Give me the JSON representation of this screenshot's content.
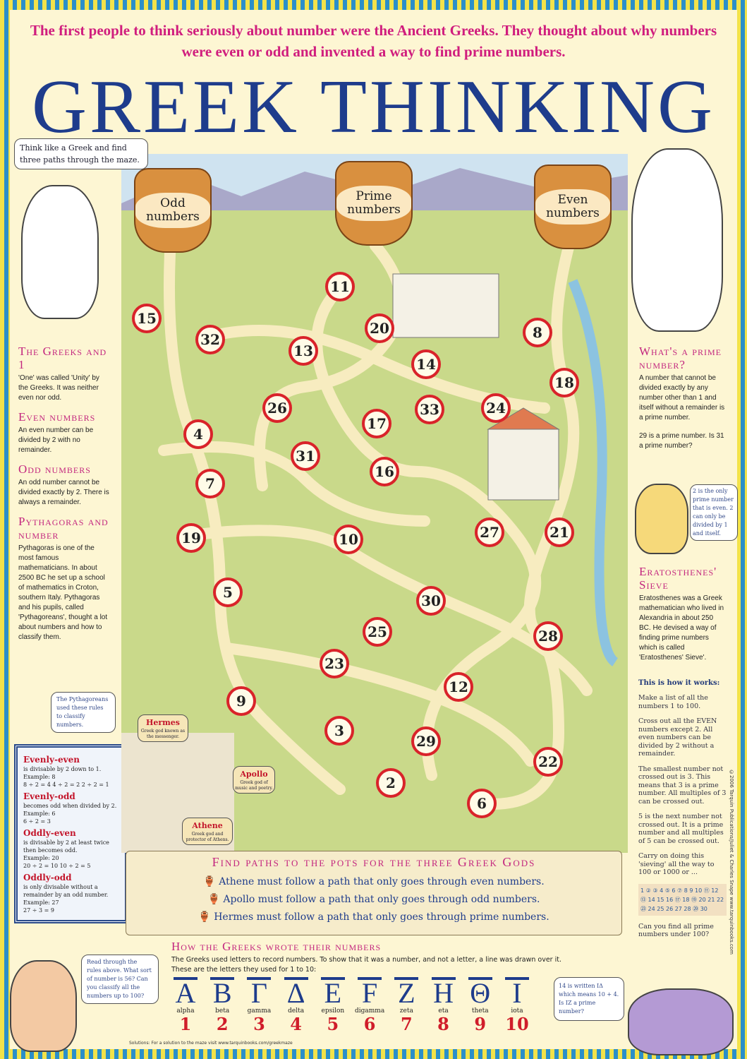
{
  "intro": "The first people to think seriously about number were the Ancient Greeks. They thought about why numbers were even or odd and invented a way to find prime numbers.",
  "title": "GREEK THINKING",
  "bubble_top": "Think like a Greek and find three paths through the maze.",
  "left_sections": [
    {
      "heading": "The Greeks and 1",
      "text": "'One' was called 'Unity' by the Greeks. It was neither even nor odd."
    },
    {
      "heading": "Even numbers",
      "text": "An even number can be divided by 2 with no remainder."
    },
    {
      "heading": "Odd numbers",
      "text": "An odd number cannot be divided exactly by 2. There is always a remainder."
    },
    {
      "heading": "Pythagoras and number",
      "text": "Pythagoras is one of the most famous mathematicians. In about 2500 BC he set up a school of mathematics in Croton, southern Italy. Pythagoras and his pupils, called 'Pythagoreans', thought a lot about numbers and how to classify them."
    }
  ],
  "bubble_pythagoreans": "The Pythagoreans used these rules to classify numbers.",
  "rules": [
    {
      "name": "Evenly-even",
      "desc": "is divisable by 2 down to 1.",
      "example": "Example: 8",
      "calc": "8 ÷ 2 = 4   4 ÷ 2 = 2   2 ÷ 2 = 1"
    },
    {
      "name": "Evenly-odd",
      "desc": "becomes odd when divided by 2.",
      "example": "Example: 6",
      "calc": "6 ÷ 2 = 3"
    },
    {
      "name": "Oddly-even",
      "desc": "is divisable by 2 at least twice then becomes odd.",
      "example": "Example: 20",
      "calc": "20 ÷ 2 = 10   10 ÷ 2 = 5"
    },
    {
      "name": "Oddly-odd",
      "desc": "is only divisable without a remainder by an odd number.",
      "example": "Example: 27",
      "calc": "27 ÷ 3 = 9"
    }
  ],
  "bubble_classify": "Read through the rules above. What sort of number is 56? Can you classify all the numbers up to 100?",
  "right_sections": [
    {
      "heading": "What's a prime number?",
      "text": "A number that cannot be divided exactly by any number other than 1 and itself without a remainder is a prime number.",
      "text2": "29 is a prime number. Is 31 a prime number?"
    },
    {
      "heading": "Eratosthenes' Sieve",
      "text": "Eratosthenes was a Greek mathematician who lived in Alexandria in about 250 BC. He devised a way of finding prime numbers which is called 'Eratosthenes' Sieve'."
    }
  ],
  "bubble_prime": "2 is the only prime number that is even. 2 can only be divided by 1 and itself.",
  "sieve": {
    "heading": "This is how it works:",
    "steps": [
      "Make a list of all the numbers 1 to 100.",
      "Cross out all the EVEN numbers except 2. All even numbers can be divided by 2 without a remainder.",
      "The smallest number not crossed out is 3. This means that 3 is a prime number. All multiples of 3 can be crossed out.",
      "5 is the next number not crossed out. It is a prime number and all multiples of 5 can be crossed out.",
      "Carry on doing this 'sieving' all the way to 100 or 1000 or ..."
    ],
    "grid": "1 ② ③ 4 ⑤ 6 ⑦ 8 9 10 ⑪ 12 ⑬ 14 15 16 ⑰ 18 ⑲ 20 21 22 ㉓ 24 25 26 27 28 ㉙ 30",
    "question": "Can you find all prime numbers under 100?"
  },
  "copyright": "©2006 Tarquin Publications/Juliet & Charles Snape www.tarquinbooks.com",
  "pots": [
    "Odd numbers",
    "Prime numbers",
    "Even numbers"
  ],
  "maze_numbers": [
    11,
    15,
    32,
    20,
    13,
    8,
    14,
    18,
    26,
    33,
    24,
    17,
    4,
    31,
    16,
    7,
    19,
    10,
    27,
    21,
    5,
    30,
    25,
    28,
    23,
    12,
    9,
    3,
    29,
    22,
    2,
    6
  ],
  "gods": [
    {
      "name": "Hermes",
      "desc": "Greek god known as the messenger."
    },
    {
      "name": "Athene",
      "desc": "Greek god and protector of Athens."
    },
    {
      "name": "Apollo",
      "desc": "Greek god of music and poetry."
    }
  ],
  "scroll": {
    "heading": "Find paths to the pots for the three Greek Gods",
    "lines": [
      "Athene must follow a path that only goes through even numbers.",
      "Apollo must follow a path that only goes through odd numbers.",
      "Hermes must follow a path that only goes through prime numbers."
    ]
  },
  "numerals": {
    "heading": "How the Greeks wrote their numbers",
    "text": "The Greeks used letters to record numbers. To show that it was a number, and not a letter, a line was drawn over it. These are the letters they used for 1 to 10:",
    "letters": [
      {
        "g": "A",
        "n": "alpha",
        "v": "1"
      },
      {
        "g": "B",
        "n": "beta",
        "v": "2"
      },
      {
        "g": "Γ",
        "n": "gamma",
        "v": "3"
      },
      {
        "g": "Δ",
        "n": "delta",
        "v": "4"
      },
      {
        "g": "E",
        "n": "epsilon",
        "v": "5"
      },
      {
        "g": "F",
        "n": "digamma",
        "v": "6"
      },
      {
        "g": "Z",
        "n": "zeta",
        "v": "7"
      },
      {
        "g": "H",
        "n": "eta",
        "v": "8"
      },
      {
        "g": "Θ",
        "n": "theta",
        "v": "9"
      },
      {
        "g": "I",
        "n": "iota",
        "v": "10"
      }
    ]
  },
  "bubble_14": "14 is written IΔ which means 10 + 4. Is IZ a prime number?",
  "solutions": "Solutions: For a solution to the maze visit www.tarquinbooks.com/greekmaze"
}
